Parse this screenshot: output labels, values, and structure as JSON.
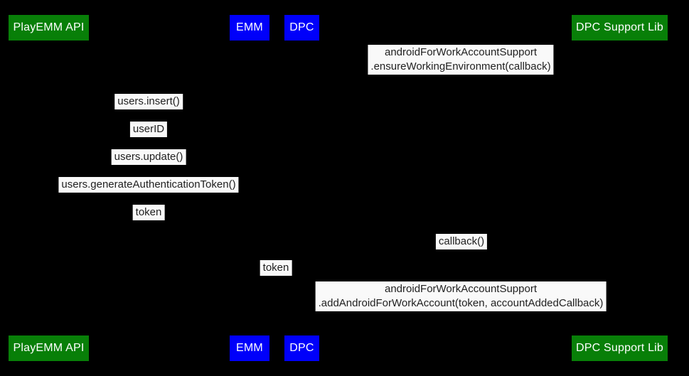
{
  "diagram": {
    "type": "sequence-diagram",
    "colors": {
      "background": "#000000",
      "actor_green": "#087f08",
      "actor_blue": "#0000fa",
      "actor_text": "#ffffff",
      "label_background": "#f9f9f9",
      "label_text": "#1f1f1f"
    },
    "actors": [
      {
        "id": "playemm-api",
        "label": "PlayEMM API",
        "color": "#087f08"
      },
      {
        "id": "emm",
        "label": "EMM",
        "color": "#0000fa"
      },
      {
        "id": "dpc",
        "label": "DPC",
        "color": "#0000fa"
      },
      {
        "id": "dpc-support-lib",
        "label": "DPC Support Lib",
        "color": "#087f08"
      }
    ],
    "messages": [
      {
        "from": "dpc",
        "to": "dpc-support-lib",
        "lines": [
          "androidForWorkAccountSupport",
          ".ensureWorkingEnvironment(callback)"
        ]
      },
      {
        "from": "playemm-api",
        "to": "emm",
        "lines": [
          "users.insert()"
        ]
      },
      {
        "from": "emm",
        "to": "playemm-api",
        "lines": [
          "userID"
        ]
      },
      {
        "from": "playemm-api",
        "to": "emm",
        "lines": [
          "users.update()"
        ]
      },
      {
        "from": "playemm-api",
        "to": "emm",
        "lines": [
          "users.generateAuthenticationToken()"
        ]
      },
      {
        "from": "emm",
        "to": "playemm-api",
        "lines": [
          "token"
        ]
      },
      {
        "from": "dpc-support-lib",
        "to": "dpc",
        "lines": [
          "callback()"
        ]
      },
      {
        "from": "emm",
        "to": "dpc",
        "lines": [
          "token"
        ]
      },
      {
        "from": "dpc",
        "to": "dpc-support-lib",
        "lines": [
          "androidForWorkAccountSupport",
          ".addAndroidForWorkAccount(token, accountAddedCallback)"
        ]
      }
    ]
  }
}
